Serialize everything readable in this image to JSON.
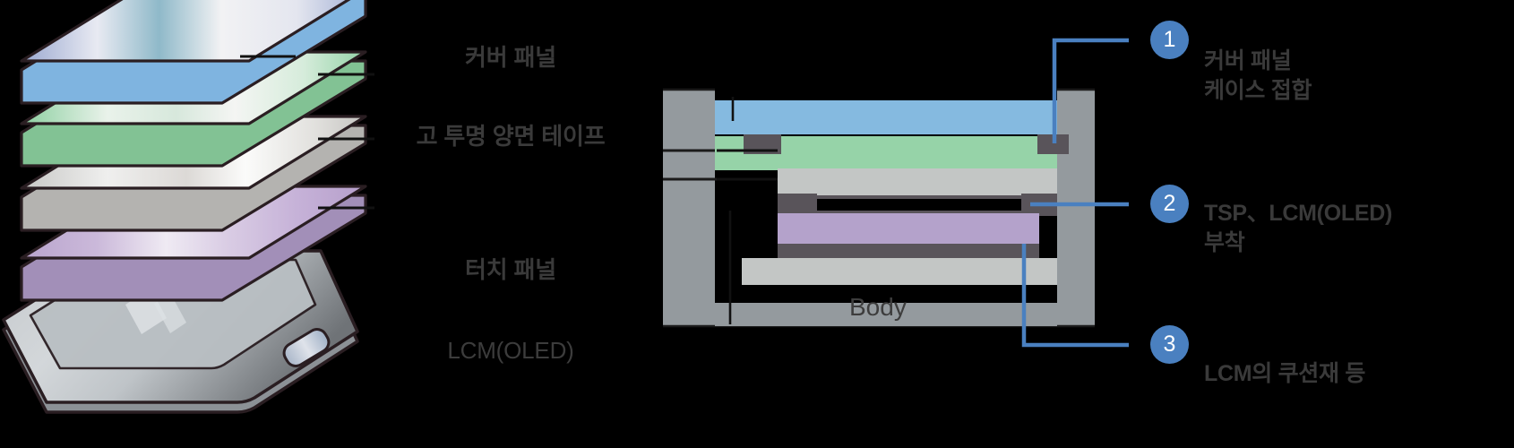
{
  "diagram": {
    "title_region": "display-module-lamination-process",
    "body_label": "Body",
    "colors": {
      "cover_panel": "#85bae0",
      "oca_tape": "#96d3a8",
      "touch_panel": "#c3c6c5",
      "lcm_oled": "#b4a2cb",
      "adhesive_dark": "#59545a",
      "body_gray": "#949a9e",
      "accent_blue": "#4a80c0",
      "text_gray": "#3a3a3a",
      "background": "#000000"
    }
  },
  "stack_labels": [
    {
      "id": "cover-panel",
      "text": "커버 패널",
      "bold": true
    },
    {
      "id": "oca-tape",
      "text": "고 투명\n양면 테이프",
      "bold": true
    },
    {
      "id": "touch-panel",
      "text": "터치 패널",
      "bold": true
    },
    {
      "id": "lcm-oled",
      "text": "LCM(OLED)",
      "bold": false
    }
  ],
  "exploded_layers": [
    {
      "id": "cover-panel-plate",
      "color": "#85bae0",
      "name": "커버 패널"
    },
    {
      "id": "oca-tape-plate",
      "color": "#96d3a8",
      "name": "고 투명 양면 테이프"
    },
    {
      "id": "touch-panel-plate",
      "color": "#c3c6c5",
      "name": "터치 패널"
    },
    {
      "id": "lcm-plate",
      "color": "#b4a2cb",
      "name": "LCM(OLED)"
    },
    {
      "id": "phone-body",
      "color": "#949a9e",
      "name": "Body"
    }
  ],
  "cross_section_layers": [
    {
      "id": "cover-panel",
      "color": "#85bae0"
    },
    {
      "id": "oca-tape",
      "color": "#96d3a8"
    },
    {
      "id": "touch-panel",
      "color": "#c3c6c5"
    },
    {
      "id": "adhesive",
      "color": "#59545a"
    },
    {
      "id": "lcm-oled",
      "color": "#b4a2cb"
    },
    {
      "id": "cushion",
      "color": "#59545a"
    },
    {
      "id": "inner-plate",
      "color": "#c3c6c5"
    },
    {
      "id": "body",
      "color": "#949a9e"
    }
  ],
  "annotations": [
    {
      "number": "1",
      "text": "커버 패널\n케이스 접합"
    },
    {
      "number": "2",
      "text": "TSP、LCM(OLED)\n부착"
    },
    {
      "number": "3",
      "text": "LCM의 쿠션재 등"
    }
  ]
}
